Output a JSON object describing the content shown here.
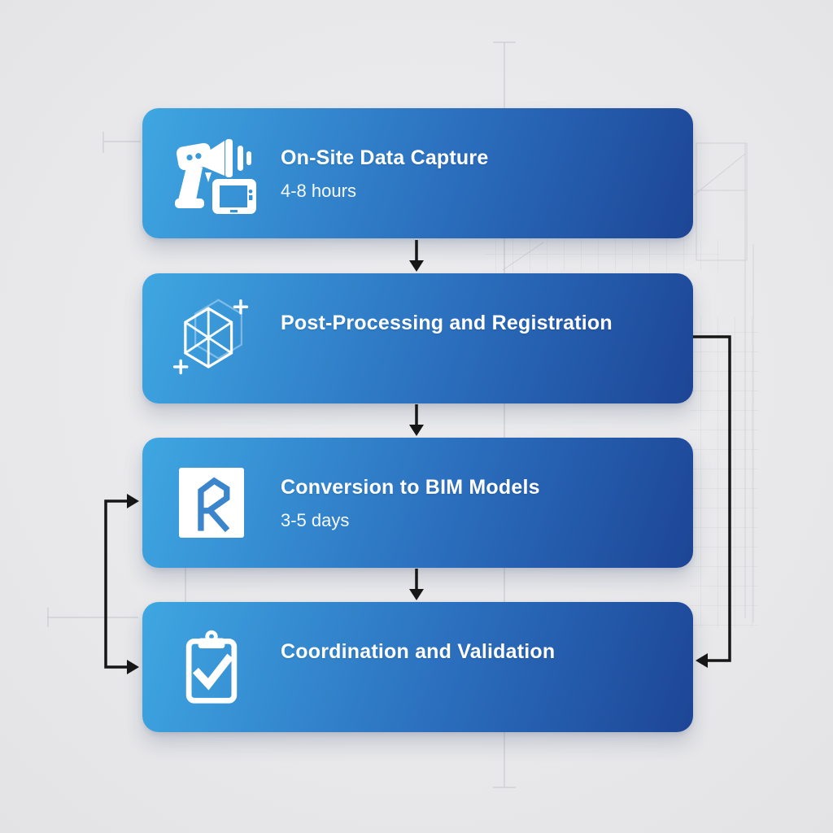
{
  "diagram": {
    "type": "flowchart",
    "theme": "scan-to-bim-process",
    "steps": [
      {
        "title": "On-Site Data Capture",
        "duration": "4-8 hours",
        "icon": "handheld-3d-scanner-icon"
      },
      {
        "title": "Post-Processing and Registration",
        "duration": "",
        "icon": "point-cloud-cube-icon"
      },
      {
        "title": "Conversion to BIM Models",
        "duration": "3-5 days",
        "icon": "bim-software-logo-icon"
      },
      {
        "title": "Coordination and Validation",
        "duration": "",
        "icon": "clipboard-check-icon"
      }
    ],
    "connections": [
      {
        "from": "step-1",
        "to": "step-2",
        "style": "straight-arrow-down"
      },
      {
        "from": "step-2",
        "to": "step-3",
        "style": "straight-arrow-down"
      },
      {
        "from": "step-3",
        "to": "step-4",
        "style": "straight-arrow-down"
      },
      {
        "from": "step-2",
        "to": "step-4",
        "style": "feedback-loop-right-side"
      },
      {
        "from": "loop",
        "to": "step-3-and-step-4",
        "style": "feedback-bracket-left-side"
      }
    ],
    "colors": {
      "card_gradient_start": "#3FA7E2",
      "card_gradient_end": "#1D4596",
      "card_text": "#FFFFFF",
      "arrow": "#161616",
      "background": "#E9E9EB",
      "blueprint_line": "#C4C6CA",
      "logo_blue": "#3A85CC"
    },
    "background_style": "faint architectural blueprint lines and grids"
  }
}
